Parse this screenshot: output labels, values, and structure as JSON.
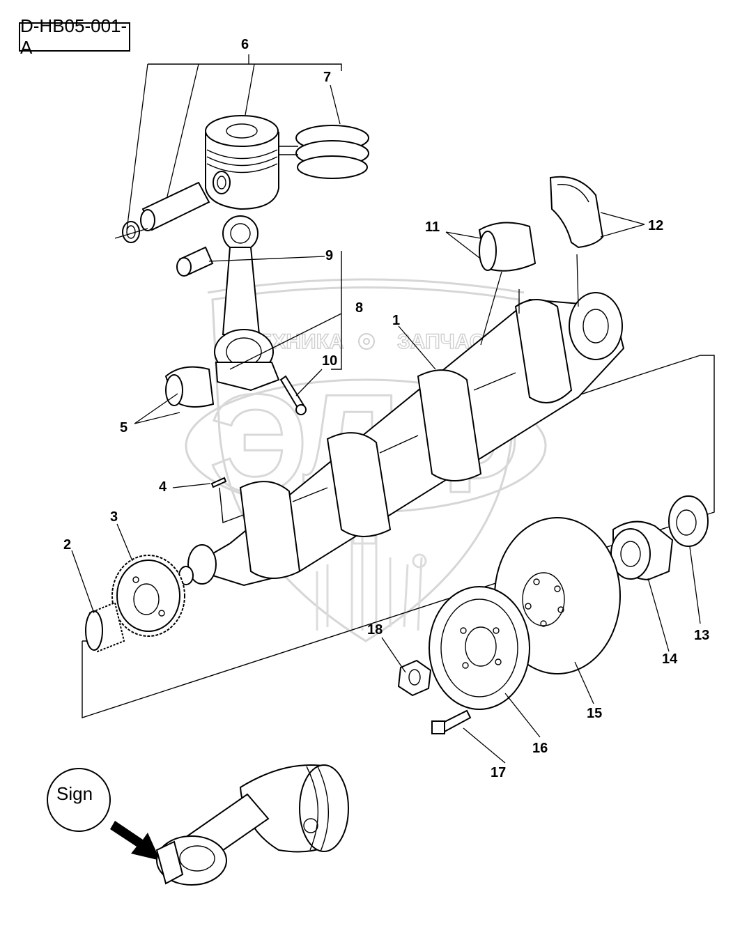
{
  "diagram_code": "D-HB05-001-A",
  "watermark": {
    "left_word": "ТЕХНИКА",
    "right_word": "ЗАПЧАСТИ",
    "logo_letters": "ЭЛФ"
  },
  "callouts": [
    "1",
    "2",
    "3",
    "4",
    "5",
    "6",
    "7",
    "8",
    "9",
    "10",
    "11",
    "12",
    "13",
    "14",
    "15",
    "16",
    "17",
    "18"
  ],
  "sign_label": "Sign",
  "colors": {
    "line": "#000000",
    "watermark": "#d0d0d0",
    "background": "#ffffff"
  }
}
